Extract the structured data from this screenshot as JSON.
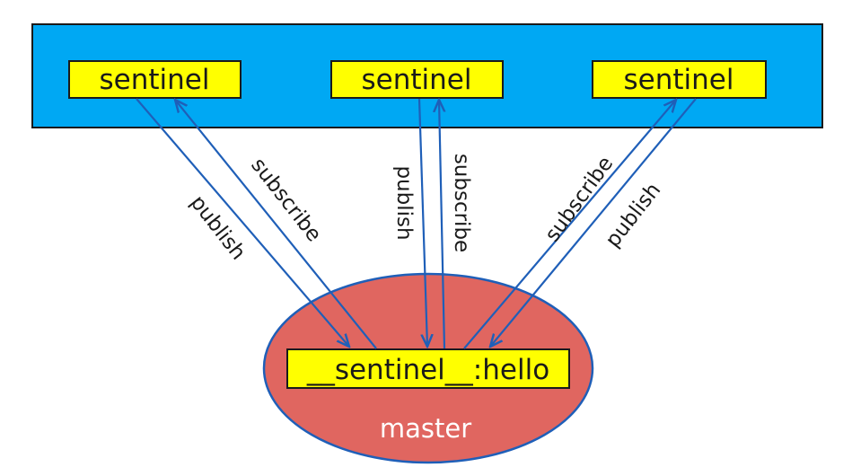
{
  "colors": {
    "sentinel_group_fill": "#00a8f3",
    "sentinel_box_fill": "#ffff00",
    "master_fill": "#e06660",
    "channel_fill": "#ffff00",
    "arrow": "#1f5fb8",
    "border": "#1a1a1a"
  },
  "sentinels": [
    {
      "label": "sentinel"
    },
    {
      "label": "sentinel"
    },
    {
      "label": "sentinel"
    }
  ],
  "master": {
    "label": "master",
    "channel": "__sentinel__:hello"
  },
  "edges": [
    {
      "from": "sentinel-1",
      "to": "channel",
      "label": "publish"
    },
    {
      "from": "channel",
      "to": "sentinel-1",
      "label": "subscribe"
    },
    {
      "from": "sentinel-2",
      "to": "channel",
      "label": "publish"
    },
    {
      "from": "channel",
      "to": "sentinel-2",
      "label": "subscribe"
    },
    {
      "from": "channel",
      "to": "sentinel-3",
      "label": "subscribe"
    },
    {
      "from": "sentinel-3",
      "to": "channel",
      "label": "publish"
    }
  ]
}
